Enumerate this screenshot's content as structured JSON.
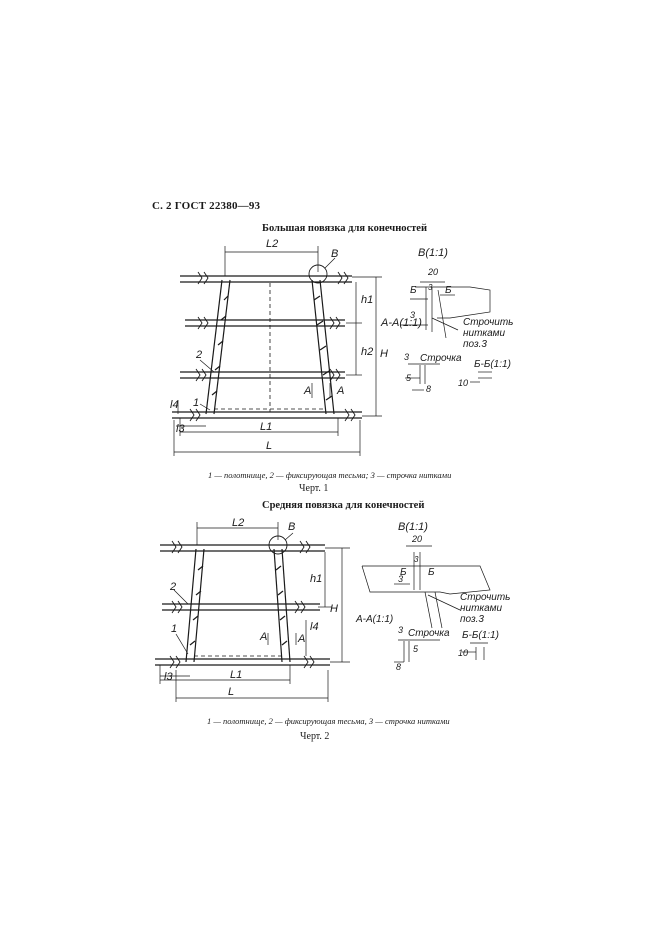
{
  "header": "С. 2 ГОСТ 22380—93",
  "figure1": {
    "title": "Большая повязка для конечностей",
    "caption": "1 — полотнище, 2 — фиксирующая тесьма; 3 — строчка нитками",
    "label": "Черт. 1",
    "labels": {
      "L2": "L2",
      "B": "В",
      "h1": "h1",
      "h2": "h2",
      "H": "H",
      "AA": "А-А(1:1)",
      "A": "А",
      "n2": "2",
      "n1": "1",
      "l4": "l4",
      "l3": "l3",
      "L1": "L1",
      "L": "L",
      "B11": "В(1:1)",
      "d20": "20",
      "BB": "Б",
      "d3a": "3",
      "d3b": "3",
      "stitch1": "Строчить",
      "stitch2": "нитками",
      "stitch3": "поз.3",
      "stitch": "Строчка",
      "d3c": "3",
      "d5": "5",
      "d8": "8",
      "BB11": "Б-Б(1:1)",
      "d10": "10"
    }
  },
  "figure2": {
    "title": "Средняя повязка для конечностей",
    "caption": "1 — полотнище, 2 — фиксирующая тесьма, 3 — строчка нитками",
    "label": "Черт. 2",
    "labels": {
      "L2": "L2",
      "B": "В",
      "h1": "h1",
      "l4": "l4",
      "H": "H",
      "A": "А",
      "n2": "2",
      "n1": "1",
      "l3": "l3",
      "L1": "L1",
      "L": "L",
      "B11": "В(1:1)",
      "d20": "20",
      "BB": "Б",
      "d3a": "3",
      "d3b": "3",
      "stitch1": "Строчить",
      "stitch2": "нитками",
      "stitch3": "поз.3",
      "AA": "А-А(1:1)",
      "stitch": "Строчка",
      "d3c": "3",
      "d5": "5",
      "d8": "8",
      "BB11": "Б-Б(1:1)",
      "d10": "10"
    }
  }
}
